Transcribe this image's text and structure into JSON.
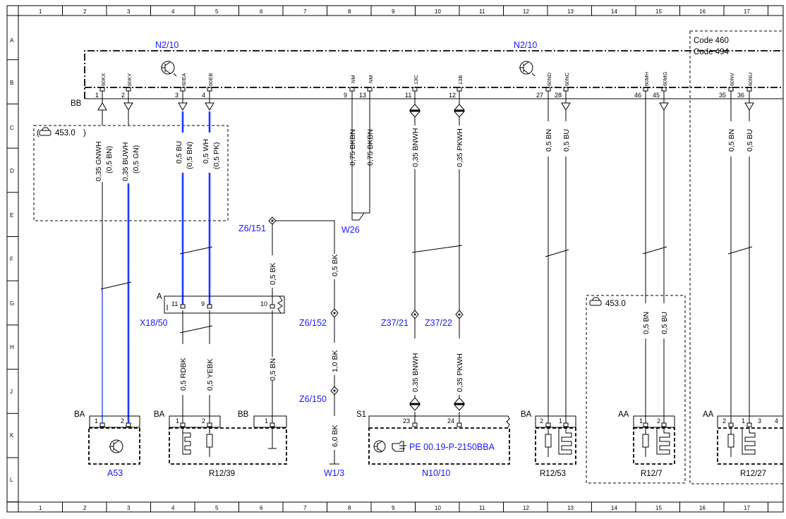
{
  "grid": {
    "columns": [
      "1",
      "2",
      "3",
      "4",
      "5",
      "6",
      "7",
      "8",
      "9",
      "10",
      "11",
      "12",
      "13",
      "14",
      "15",
      "16",
      "17"
    ],
    "rows": [
      "A",
      "B",
      "C",
      "D",
      "E",
      "F",
      "G",
      "H",
      "J",
      "K",
      "L"
    ]
  },
  "modules": {
    "n2_left": "N2/10",
    "n2_right": "N2/10",
    "code_460": "Code 460",
    "code_494": "Code 494",
    "connector_bb": "BB"
  },
  "pins_top": [
    {
      "pin": "1",
      "code": "60KX"
    },
    {
      "pin": "2",
      "code": "60KY"
    },
    {
      "pin": "3",
      "code": "60EA"
    },
    {
      "pin": "4",
      "code": "60EB"
    },
    {
      "pin": "9",
      "code": "NM"
    },
    {
      "pin": "13",
      "code": "NM"
    },
    {
      "pin": "11",
      "code": "13C"
    },
    {
      "pin": "12",
      "code": "13B"
    },
    {
      "pin": "27",
      "code": "60ND"
    },
    {
      "pin": "28",
      "code": "60NC"
    },
    {
      "pin": "46",
      "code": "60MH"
    },
    {
      "pin": "45",
      "code": "60MG"
    },
    {
      "pin": "35",
      "code": "60NV"
    },
    {
      "pin": "36",
      "code": "60NU"
    }
  ],
  "wires_upper": [
    "0,35 GNWH",
    "(0,5 BN)",
    "0,35 BUWH",
    "(0,5 GN)",
    "0,5 BU",
    "(0,5 BN)",
    "0,5 WH",
    "(0,5 PK)",
    "0,75 BKBN",
    "0,75 BKBN",
    "0,35 BNWH",
    "0,35 PKWH",
    "0,5 BN",
    "0,5 BU",
    "0,5 BN",
    "0,5 BU"
  ],
  "variant_box_left": "453.0",
  "variant_box_right": "453.0",
  "splices": {
    "w26": "W26",
    "z6_151": "Z6/151",
    "z6_152": "Z6/152",
    "z6_150": "Z6/150",
    "z37_21": "Z37/21",
    "z37_22": "Z37/22",
    "x18_50": "X18/50",
    "x18_conn": "A"
  },
  "wires_mid": [
    "0,5 BK",
    "0,5 BK",
    "1,0 BK",
    "6,0 BK",
    "0,5 BN",
    "0,5 RDBK",
    "0,5 YEBK",
    "0,35 BNWH",
    "0,35 PKWH",
    "0,5 BN",
    "0,5 BU"
  ],
  "x18_pins": [
    "11",
    "9",
    "10"
  ],
  "bottom_connectors": [
    "BA",
    "BA",
    "BB",
    "S1",
    "BA",
    "AA",
    "AA"
  ],
  "bottom_pins": [
    "1",
    "2",
    "1",
    "2",
    "1",
    "23",
    "24",
    "2",
    "1",
    "1",
    "2",
    "2",
    "1",
    "3",
    "4"
  ],
  "components": {
    "a53": "A53",
    "r12_39": "R12/39",
    "w1_3": "W1/3",
    "n10_10": "N10/10",
    "pe_ref": "PE 00.19-P-2150BBA",
    "r12_53": "R12/53",
    "r12_7": "R12/7",
    "r12_27": "R12/27"
  },
  "colors": {
    "wire_blue": "#1a3cff",
    "label_blue": "#1a1aff"
  }
}
